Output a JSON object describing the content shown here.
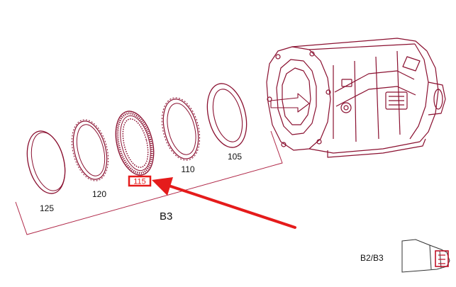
{
  "parts": [
    {
      "number": "125"
    },
    {
      "number": "120"
    },
    {
      "number": "115"
    },
    {
      "number": "110"
    },
    {
      "number": "105"
    }
  ],
  "group_label": "B3",
  "inset_label": "B2/B3",
  "colors": {
    "line": "#8a1030",
    "bracket": "#b02848",
    "highlight": "#e51b1b",
    "text": "#111111"
  },
  "icons": {
    "pointer": "red-arrow-icon",
    "housing": "transmission-housing-icon",
    "inset": "b2-b3-location-icon"
  }
}
